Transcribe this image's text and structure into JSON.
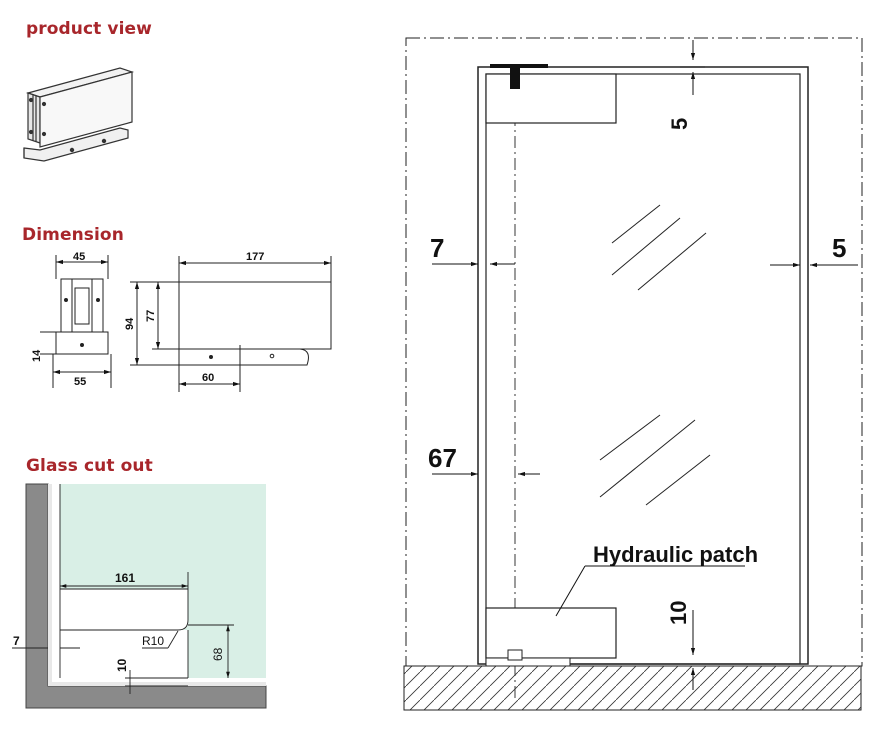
{
  "headings": {
    "product_view": "product view",
    "dimension": "Dimension",
    "glass_cut_out": "Glass cut out"
  },
  "dimension_drawing": {
    "width_top": "45",
    "width_bottom": "55",
    "base_height": "14",
    "length": "177",
    "total_height": "94",
    "body_height": "77",
    "base_length": "60"
  },
  "glass_cutout": {
    "cut_length": "161",
    "edge_gap": "7",
    "bottom_gap": "10",
    "radius": "R10",
    "cut_height": "68"
  },
  "door_elevation": {
    "top_gap": "5",
    "left_gap": "7",
    "right_gap": "5",
    "pivot_offset": "67",
    "callout": "Hydraulic patch",
    "floor_gap": "10"
  },
  "colors": {
    "heading": "#a8262b",
    "glass_fill": "#d9efe6",
    "frame_gray": "#8a8a8a",
    "line": "#111111"
  }
}
